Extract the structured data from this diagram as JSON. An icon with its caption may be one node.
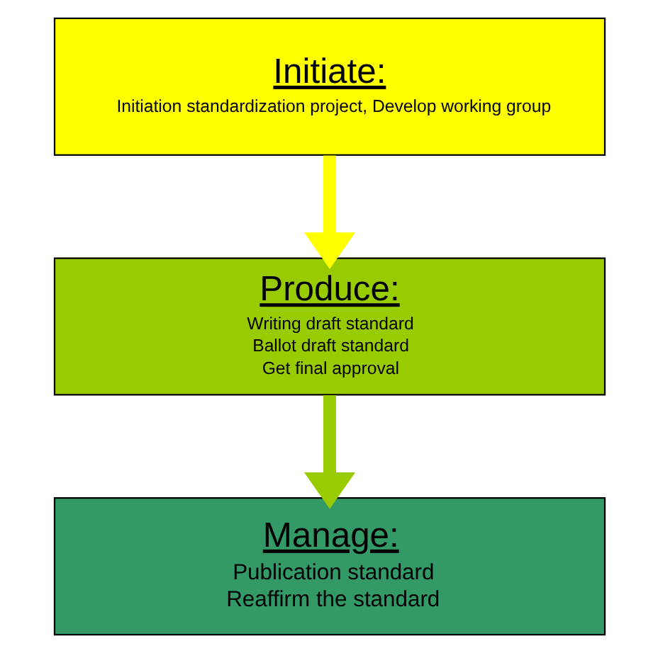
{
  "diagram": {
    "nodes": [
      {
        "text": [
          "Initiate:",
          "Initiation standardization project, Develop working group"
        ]
      },
      {
        "text": [
          "Produce:",
          "Writing draft standard",
          "Ballot draft standard",
          "Get final approval"
        ]
      },
      {
        "text": [
          "Manage:",
          "Publication standard",
          "Reaffirm the standard"
        ]
      }
    ],
    "edges": [
      {
        "from": 0,
        "to": 1,
        "arrow": "to",
        "color": "#ffff00"
      },
      {
        "from": 1,
        "to": 2,
        "arrow": "to",
        "color": "#99cc00"
      }
    ]
  }
}
